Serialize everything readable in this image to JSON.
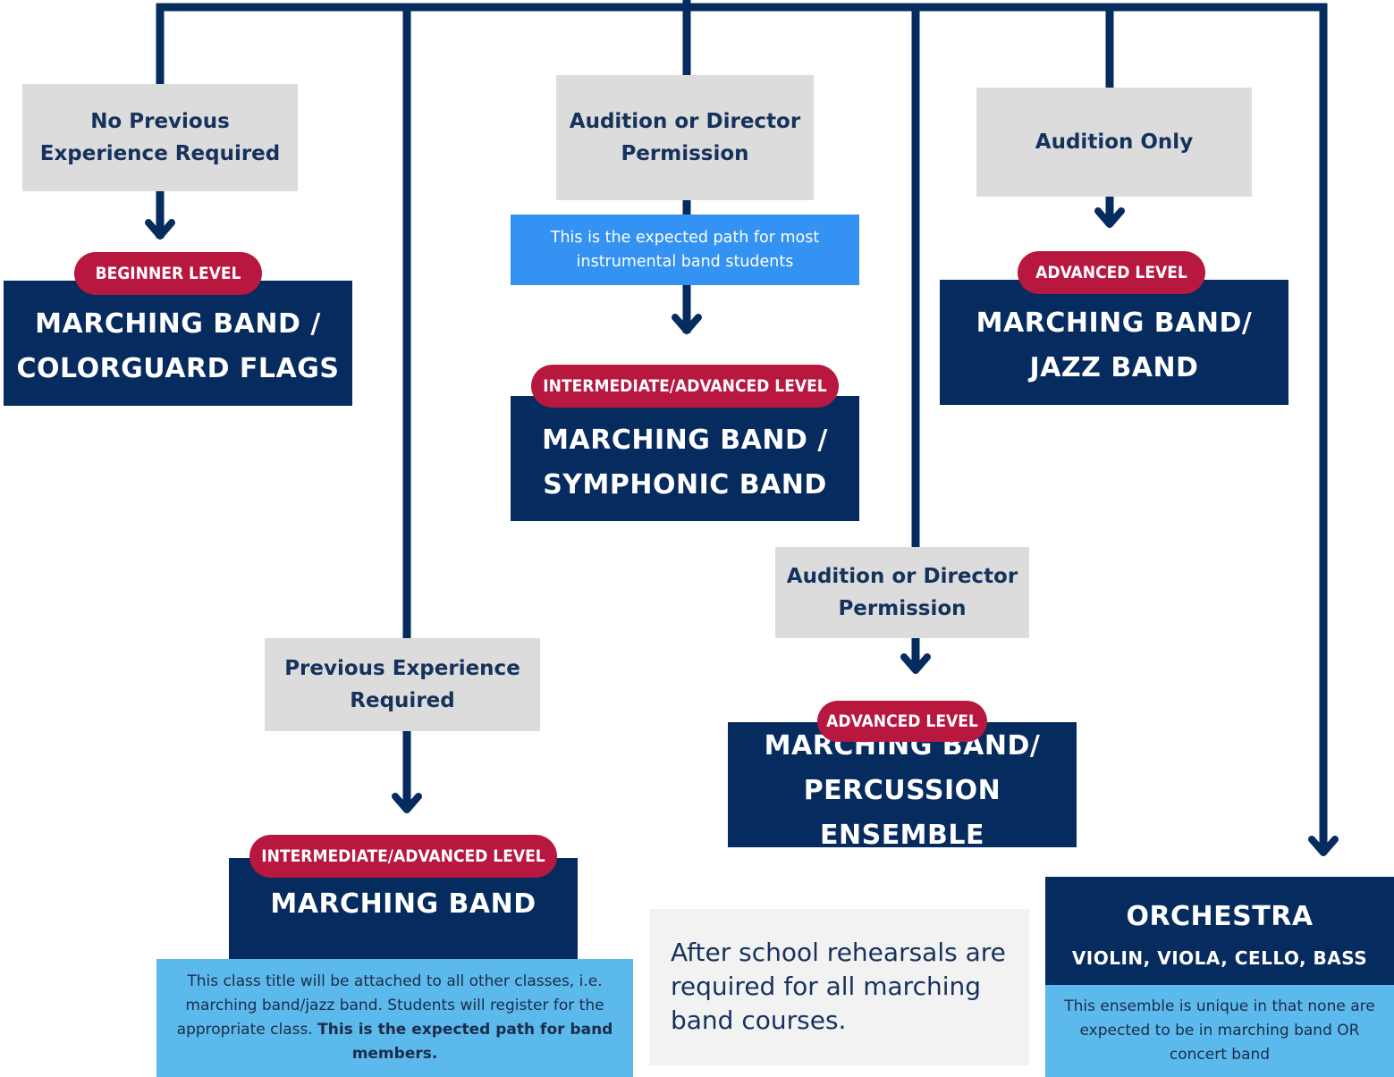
{
  "colors": {
    "navy": "#062b5f",
    "badge_red": "#b8173f",
    "requirement_gray": "#dcdcdc",
    "note_blue": "#3492f2",
    "note_light_blue": "#5cb9ec",
    "info_gray": "#f2f2f2"
  },
  "requirements": {
    "no_experience": "No Previous Experience Required",
    "audition_or_permission_1": "Audition or Director Permission",
    "audition_only": "Audition Only",
    "audition_or_permission_2": "Audition or Director Permission",
    "previous_experience": "Previous Experience Required"
  },
  "notes": {
    "expected_path": "This is the expected path for most instrumental band students",
    "marching_band_note_plain": "This class title will be attached to all other classes, i.e. marching band/jazz band. Students will register for the appropriate class. ",
    "marching_band_note_bold": "This is the expected path for band members.",
    "orchestra_note": "This ensemble is unique in that none are expected to be in marching band OR concert band"
  },
  "classes": {
    "colorguard": {
      "level": "BEGINNER LEVEL",
      "line1": "MARCHING BAND /",
      "line2": "COLORGUARD FLAGS"
    },
    "symphonic": {
      "level": "INTERMEDIATE/ADVANCED LEVEL",
      "line1": "MARCHING BAND /",
      "line2": "SYMPHONIC BAND"
    },
    "jazz": {
      "level": "ADVANCED LEVEL",
      "line1": "MARCHING BAND/",
      "line2": "JAZZ BAND"
    },
    "percussion": {
      "level": "ADVANCED LEVEL",
      "line1": "MARCHING BAND/",
      "line2": "PERCUSSION ENSEMBLE"
    },
    "marching": {
      "level": "INTERMEDIATE/ADVANCED LEVEL",
      "line1": "MARCHING BAND"
    },
    "orchestra": {
      "line1": "ORCHESTRA",
      "line2": "VIOLIN, VIOLA, CELLO, BASS"
    }
  },
  "info_box": "After school rehearsals are required for all marching band courses."
}
